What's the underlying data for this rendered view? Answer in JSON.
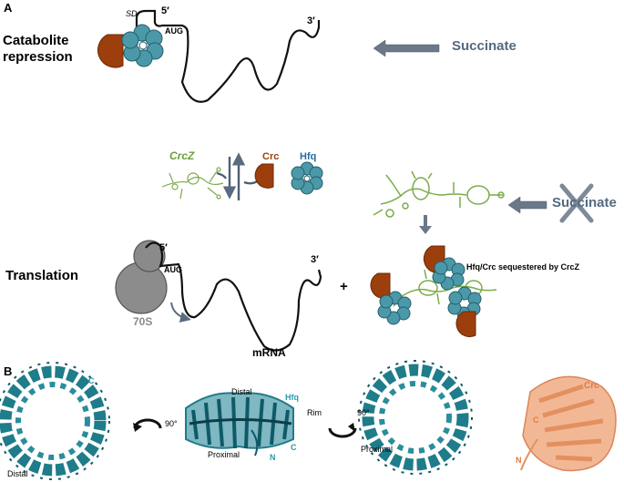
{
  "panelA": {
    "letter": "A",
    "catabolite_label": "Catabolite\nrepression",
    "translation_label": "Translation",
    "succinate_top": "Succinate",
    "succinate_mid": "Succinate",
    "sd": "SD",
    "five_prime_top": "5′",
    "three_prime_top": "3′",
    "aug_top": "AUG",
    "crcz": "CrcZ",
    "crc": "Crc",
    "hfq": "Hfq",
    "five_prime_bottom": "5′",
    "three_prime_bottom": "3′",
    "aug_bottom": "AUG",
    "ribosome": "70S",
    "mrna": "mRNA",
    "plus": "+",
    "sequestered": "Hfq/Crc sequestered by CrcZ"
  },
  "panelB": {
    "letter": "B",
    "distal_left": "Distal",
    "rot1": "90°",
    "distal_mid": "Distal",
    "hfq": "Hfq",
    "rim": "Rim",
    "proximal_mid": "Proximal",
    "n_mid": "N",
    "c_mid": "C",
    "c_left": "C",
    "rot2": "90°",
    "proximal_right": "Proximal",
    "crc": "Crc",
    "c_crc": "C",
    "n_crc": "N"
  },
  "colors": {
    "crc_brown": "#9c3f0c",
    "hfq_teal": "#4b98a8",
    "crcz_green": "#6e9e3a",
    "arrow_grey": "#667788",
    "ribosome_grey": "#8a8a8a",
    "succinate_text": "#546a80",
    "hfq_structure_teal": "#1f7c8a",
    "crc_structure_peach": "#e8a07a"
  }
}
